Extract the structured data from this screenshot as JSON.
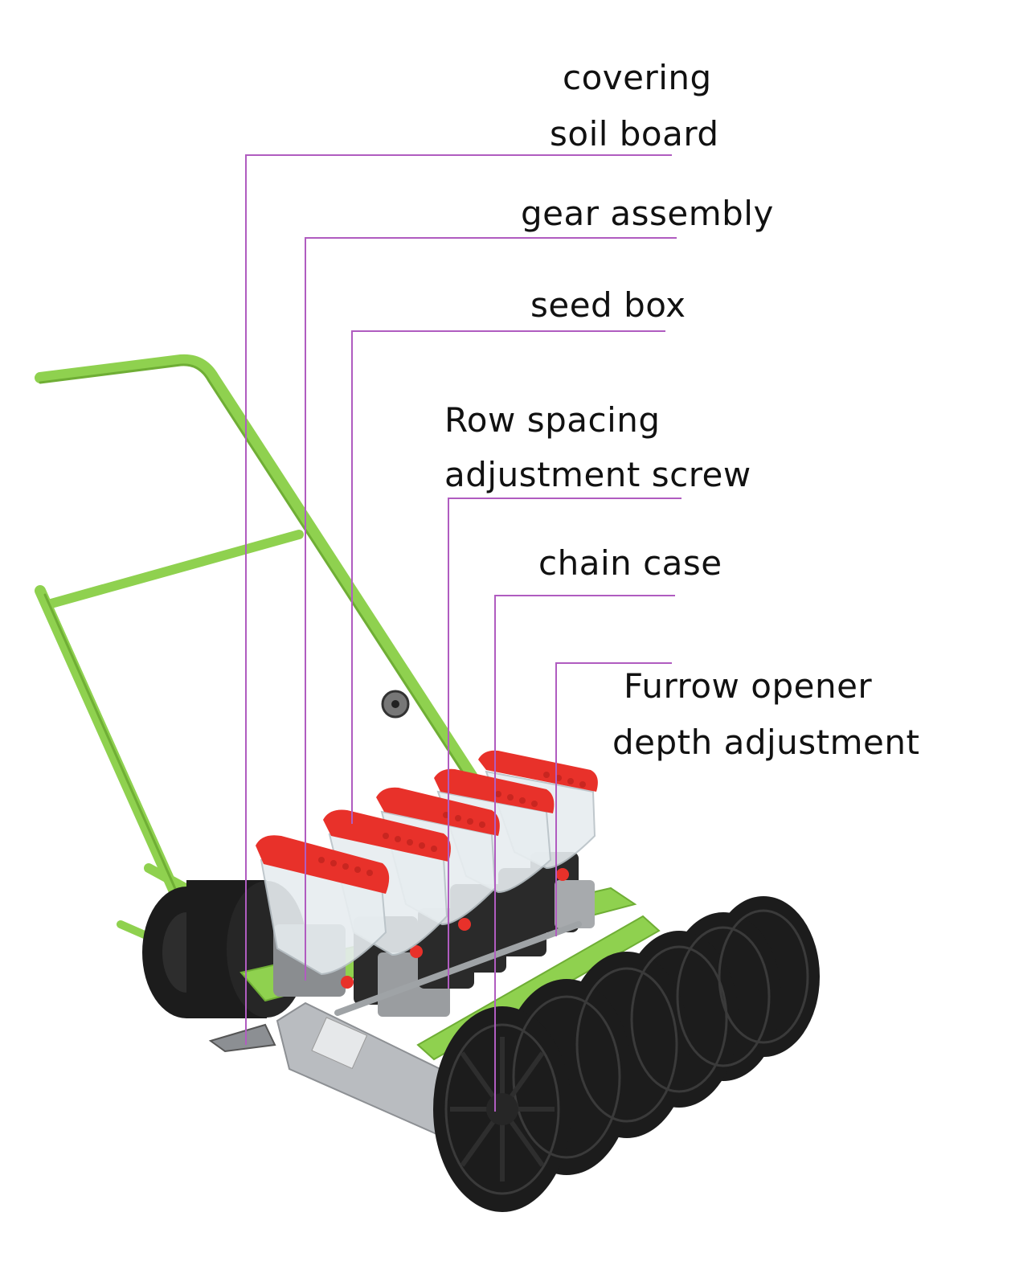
{
  "labels": {
    "covering_soil_board": [
      "covering",
      "soil board"
    ],
    "gear_assembly": "gear assembly",
    "seed_box": "seed box",
    "row_spacing": [
      "Row spacing",
      "adjustment screw"
    ],
    "chain_case": "chain case",
    "furrow_opener": [
      "Furrow opener",
      "depth adjustment"
    ]
  },
  "colors": {
    "leader_line": "#b05cc0",
    "frame_green": "#8fd14f",
    "hopper_lid_red": "#e8312a",
    "wheel_black": "#1c1c1c",
    "chain_case_silver": "#b9bcc0"
  },
  "icons": {
    "machine": "seed-planter-machine-illustration"
  }
}
